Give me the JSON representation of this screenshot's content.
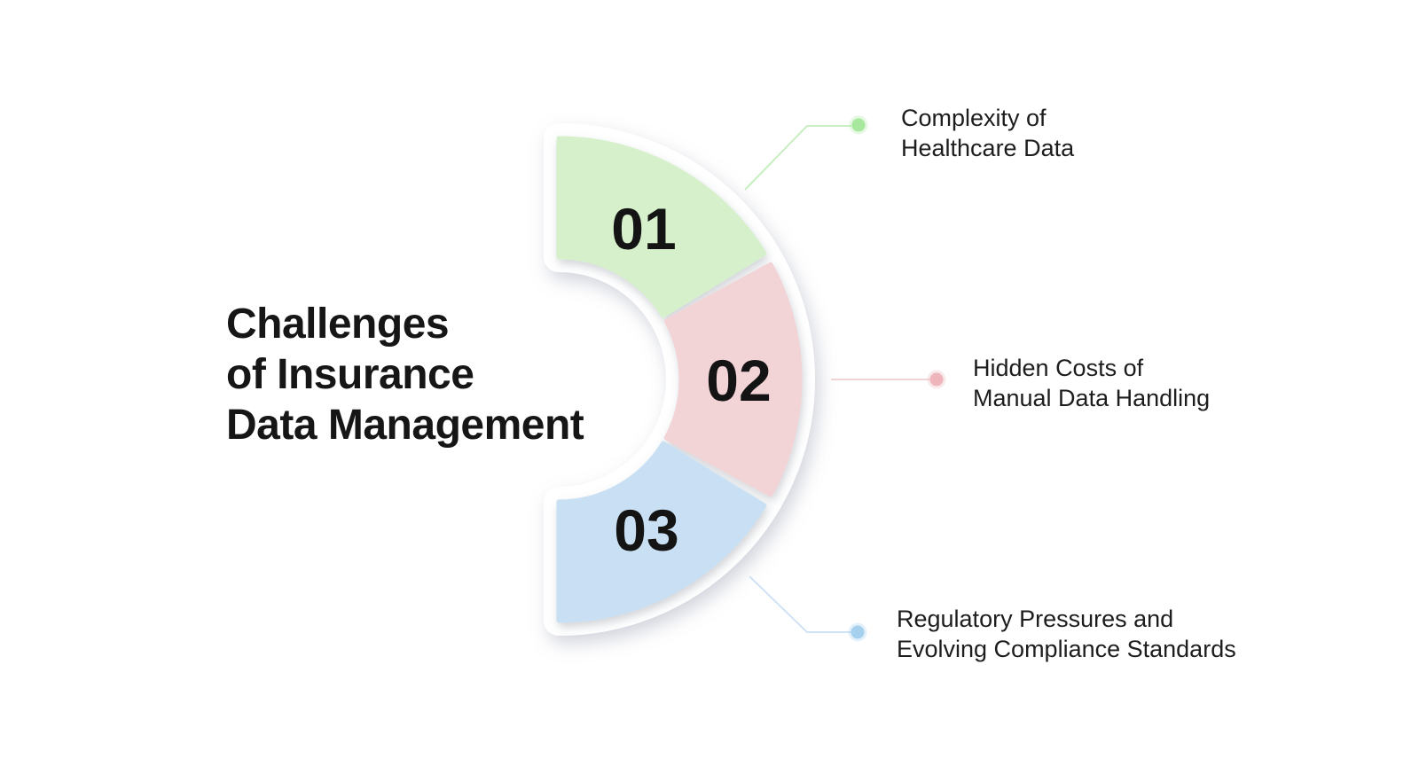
{
  "title": {
    "lines": [
      "Challenges",
      "of Insurance",
      "Data Management"
    ]
  },
  "segments": [
    {
      "number": "01",
      "label_lines": [
        "Complexity of",
        "Healthcare Data"
      ],
      "fill_color": "#d5f0cb",
      "dot_color": "#a8e79e",
      "line_color": "#c8eec2"
    },
    {
      "number": "02",
      "label_lines": [
        "Hidden Costs of",
        "Manual Data Handling"
      ],
      "fill_color": "#f2d3d6",
      "dot_color": "#eeb6bc",
      "line_color": "#f0d5d8"
    },
    {
      "number": "03",
      "label_lines": [
        "Regulatory Pressures and",
        "Evolving Compliance Standards"
      ],
      "fill_color": "#c9e0f4",
      "dot_color": "#a5d0ee",
      "line_color": "#cfe3f4"
    }
  ]
}
